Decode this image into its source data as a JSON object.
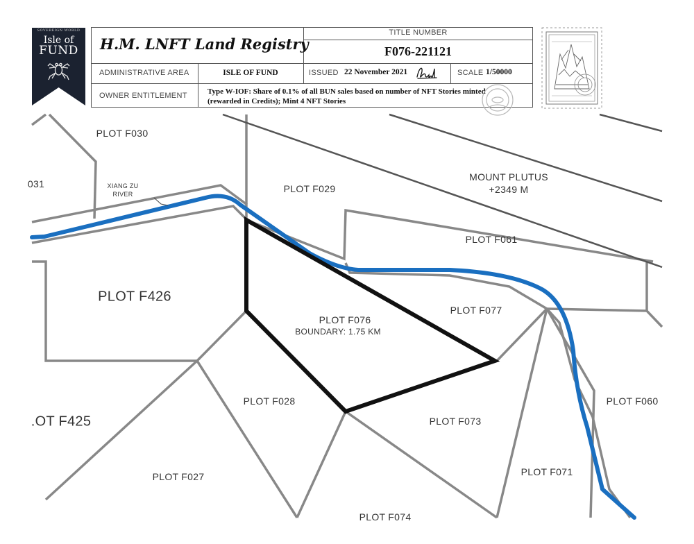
{
  "header": {
    "banner": {
      "small_text": "SOVEREIGN WORLD",
      "line1": "Isle of",
      "line2": "FUND"
    },
    "registry_title": "H.M. LNFT Land Registry",
    "title_number_label": "TITLE NUMBER",
    "title_number": "F076-221121",
    "administrative_area_label": "ADMINISTRATIVE AREA",
    "administrative_area": "ISLE OF FUND",
    "issued_label": "ISSUED",
    "issued_date": "22 November 2021",
    "scale_label": "SCALE",
    "scale": "1/50000",
    "owner_entitlement_label": "OWNER ENTITLEMENT",
    "owner_entitlement_line1": "Type W-IOF: Share of 0.1% of all BUN sales based on number of NFT Stories minted",
    "owner_entitlement_line2": "(rewarded in Credits); Mint 4 NFT Stories"
  },
  "colors": {
    "river": "#1a6fc0",
    "boundary": "#111111",
    "plot_line": "#888888",
    "banner": "#1b2230"
  },
  "map": {
    "labels": {
      "f030": "PLOT F030",
      "f031": "031",
      "river": [
        "XIANG ZU",
        "RIVER"
      ],
      "f029": "PLOT F029",
      "mount_name": "MOUNT PLUTUS",
      "mount_elev": "+2349 M",
      "f061": "PLOT F061",
      "f426": "PLOT F426",
      "f076": "PLOT F076",
      "f076_boundary": "BOUNDARY: 1.75 KM",
      "f077": "PLOT F077",
      "f028": "PLOT F028",
      "f425": ".OT F425",
      "f073": "PLOT F073",
      "f060": "PLOT F060",
      "f027": "PLOT F027",
      "f071": "PLOT F071",
      "f074": "PLOT F074"
    }
  }
}
